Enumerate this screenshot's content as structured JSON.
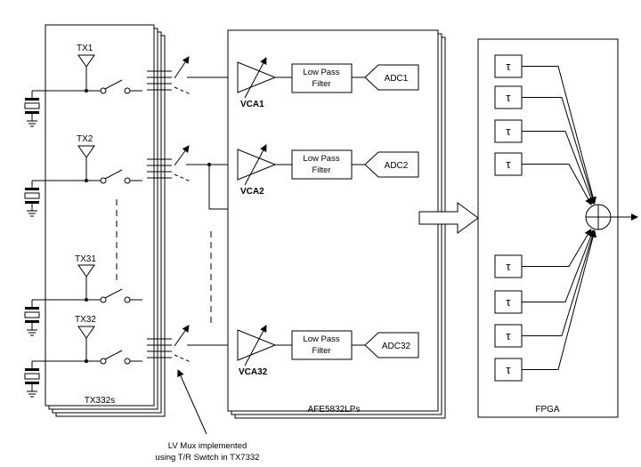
{
  "tx_board": {
    "label": "TX332s",
    "channels": [
      {
        "name": "TX1"
      },
      {
        "name": "TX2"
      },
      {
        "name": "TX31"
      },
      {
        "name": "TX32"
      }
    ]
  },
  "afe_board": {
    "label": "AFE5832LPs",
    "channels": [
      {
        "vca": "VCA1",
        "filter_line1": "Low Pass",
        "filter_line2": "Filter",
        "adc": "ADC1"
      },
      {
        "vca": "VCA2",
        "filter_line1": "Low Pass",
        "filter_line2": "Filter",
        "adc": "ADC2"
      },
      {
        "vca": "VCA32",
        "filter_line1": "Low Pass",
        "filter_line2": "Filter",
        "adc": "ADC32"
      }
    ]
  },
  "fpga": {
    "label": "FPGA",
    "delay_symbol": "τ",
    "delay_count": 8
  },
  "annotation": {
    "line1": "LV Mux implemented",
    "line2": "using T/R Switch in TX7332"
  }
}
